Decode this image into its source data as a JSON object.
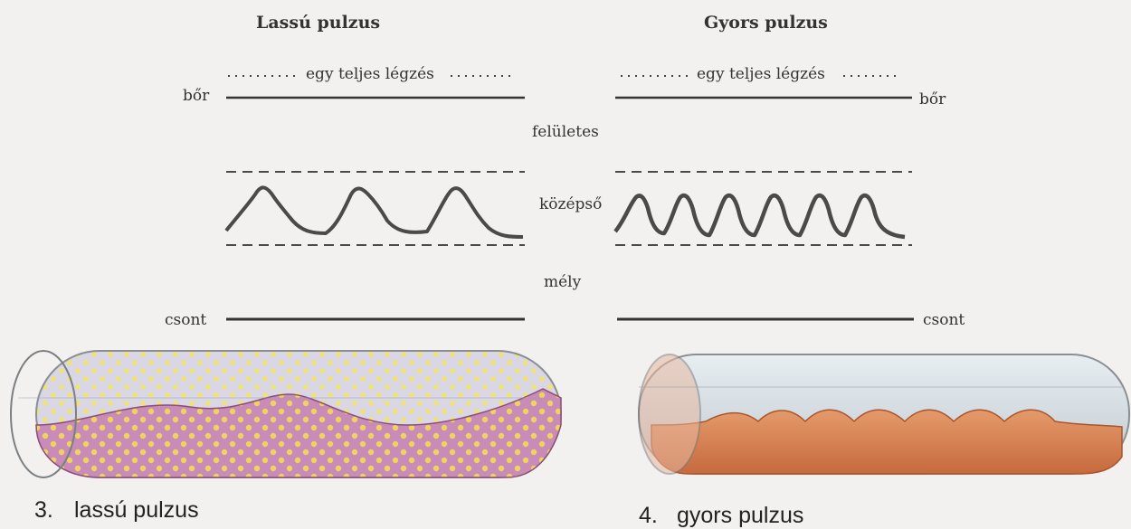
{
  "left_panel": {
    "title": "Lassú pulzus",
    "breath_label": "egy teljes légzés",
    "skin_label": "bőr",
    "bone_label": "csont",
    "caption_number": "3.",
    "caption_text": "lassú pulzus"
  },
  "right_panel": {
    "title": "Gyors pulzus",
    "breath_label": "egy teljes légzés",
    "skin_label": "bőr",
    "bone_label": "csont",
    "caption_number": "4.",
    "caption_text": "gyors pulzus"
  },
  "depth_labels": {
    "superficial": "felületes",
    "middle": "középső",
    "deep": "mély"
  },
  "colors": {
    "line": "#3a3a3a",
    "wave": "#555555",
    "slow_tube_fill": "#c98bb8",
    "slow_tube_dots": "#f0d35a",
    "fast_tube_fill": "#d97a4e",
    "tube_glass": "#cfd8dc"
  }
}
